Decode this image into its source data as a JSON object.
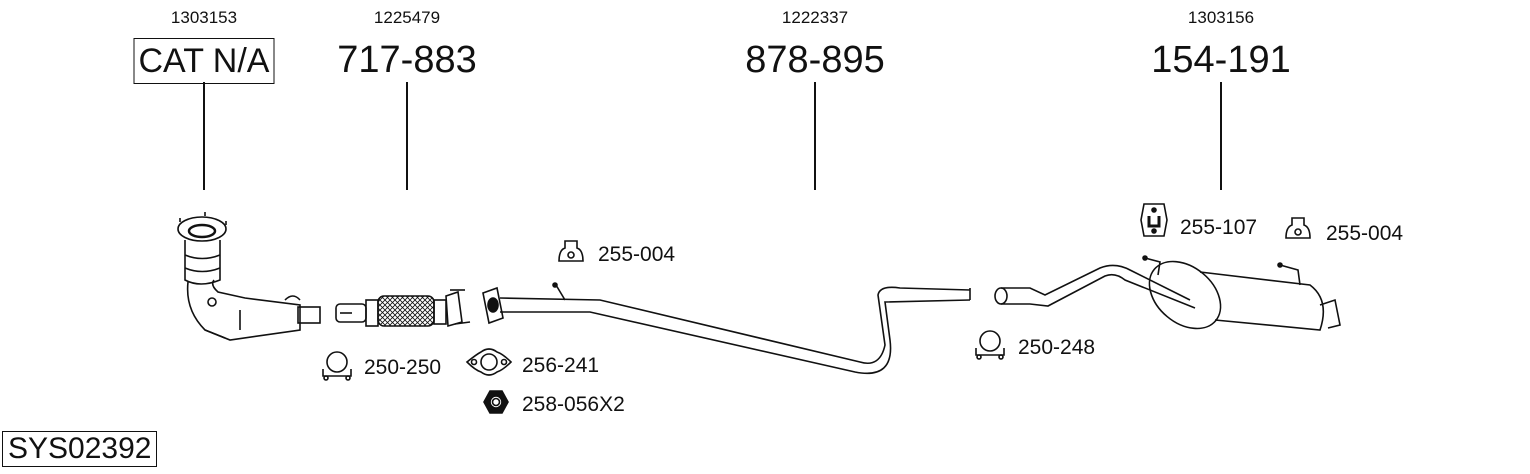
{
  "parts": [
    {
      "ref": "1303153",
      "code": "CAT N/A"
    },
    {
      "ref": "1225479",
      "code": "717-883"
    },
    {
      "ref": "1222337",
      "code": "878-895"
    },
    {
      "ref": "1303156",
      "code": "154-191"
    }
  ],
  "accessories": [
    {
      "code": "255-004",
      "icon": "rubber-hanger-icon"
    },
    {
      "code": "250-250",
      "icon": "clamp-icon"
    },
    {
      "code": "256-241",
      "icon": "gasket-icon"
    },
    {
      "code": "258-056X2",
      "icon": "nut-icon"
    },
    {
      "code": "250-248",
      "icon": "clamp-icon"
    },
    {
      "code": "255-107",
      "icon": "rubber-mount-icon"
    },
    {
      "code": "255-004",
      "icon": "rubber-hanger-icon"
    }
  ],
  "system_id": "SYS02392"
}
